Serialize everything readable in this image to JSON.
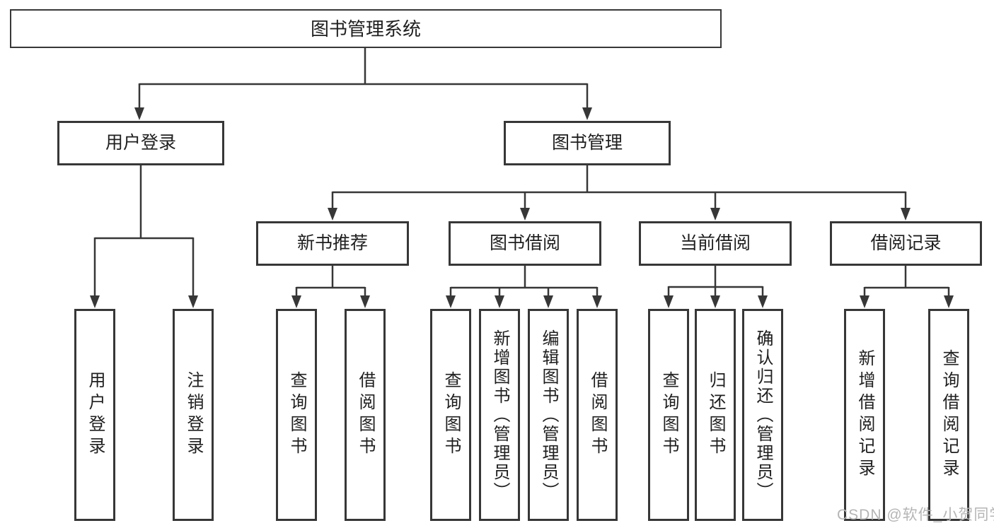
{
  "diagram": {
    "root": {
      "label": "图书管理系统"
    },
    "user_login": {
      "label": "用户登录",
      "children": {
        "login": "用户登录",
        "logout": "注销登录"
      }
    },
    "book_mgmt": {
      "label": "图书管理"
    },
    "new_books": {
      "label": "新书推荐",
      "children": {
        "query": "查询图书",
        "borrow": "借阅图书"
      }
    },
    "book_borrow": {
      "label": "图书借阅",
      "children": {
        "query": "查询图书",
        "add": "新增图书（管理员）",
        "edit": "编辑图书（管理员）",
        "borrow": "借阅图书"
      }
    },
    "current_borrow": {
      "label": "当前借阅",
      "children": {
        "query": "查询图书",
        "return": "归还图书",
        "confirm": "确认归还（管理员）"
      }
    },
    "borrow_records": {
      "label": "借阅记录",
      "children": {
        "add": "新增借阅记录",
        "query": "查询借阅记录"
      }
    }
  },
  "watermark": {
    "text": "CSDN @软件_小贺同学"
  },
  "colors": {
    "line": "#373737",
    "text": "#1f1f1f",
    "watermark": "#b5b5b5",
    "background": "#ffffff"
  }
}
